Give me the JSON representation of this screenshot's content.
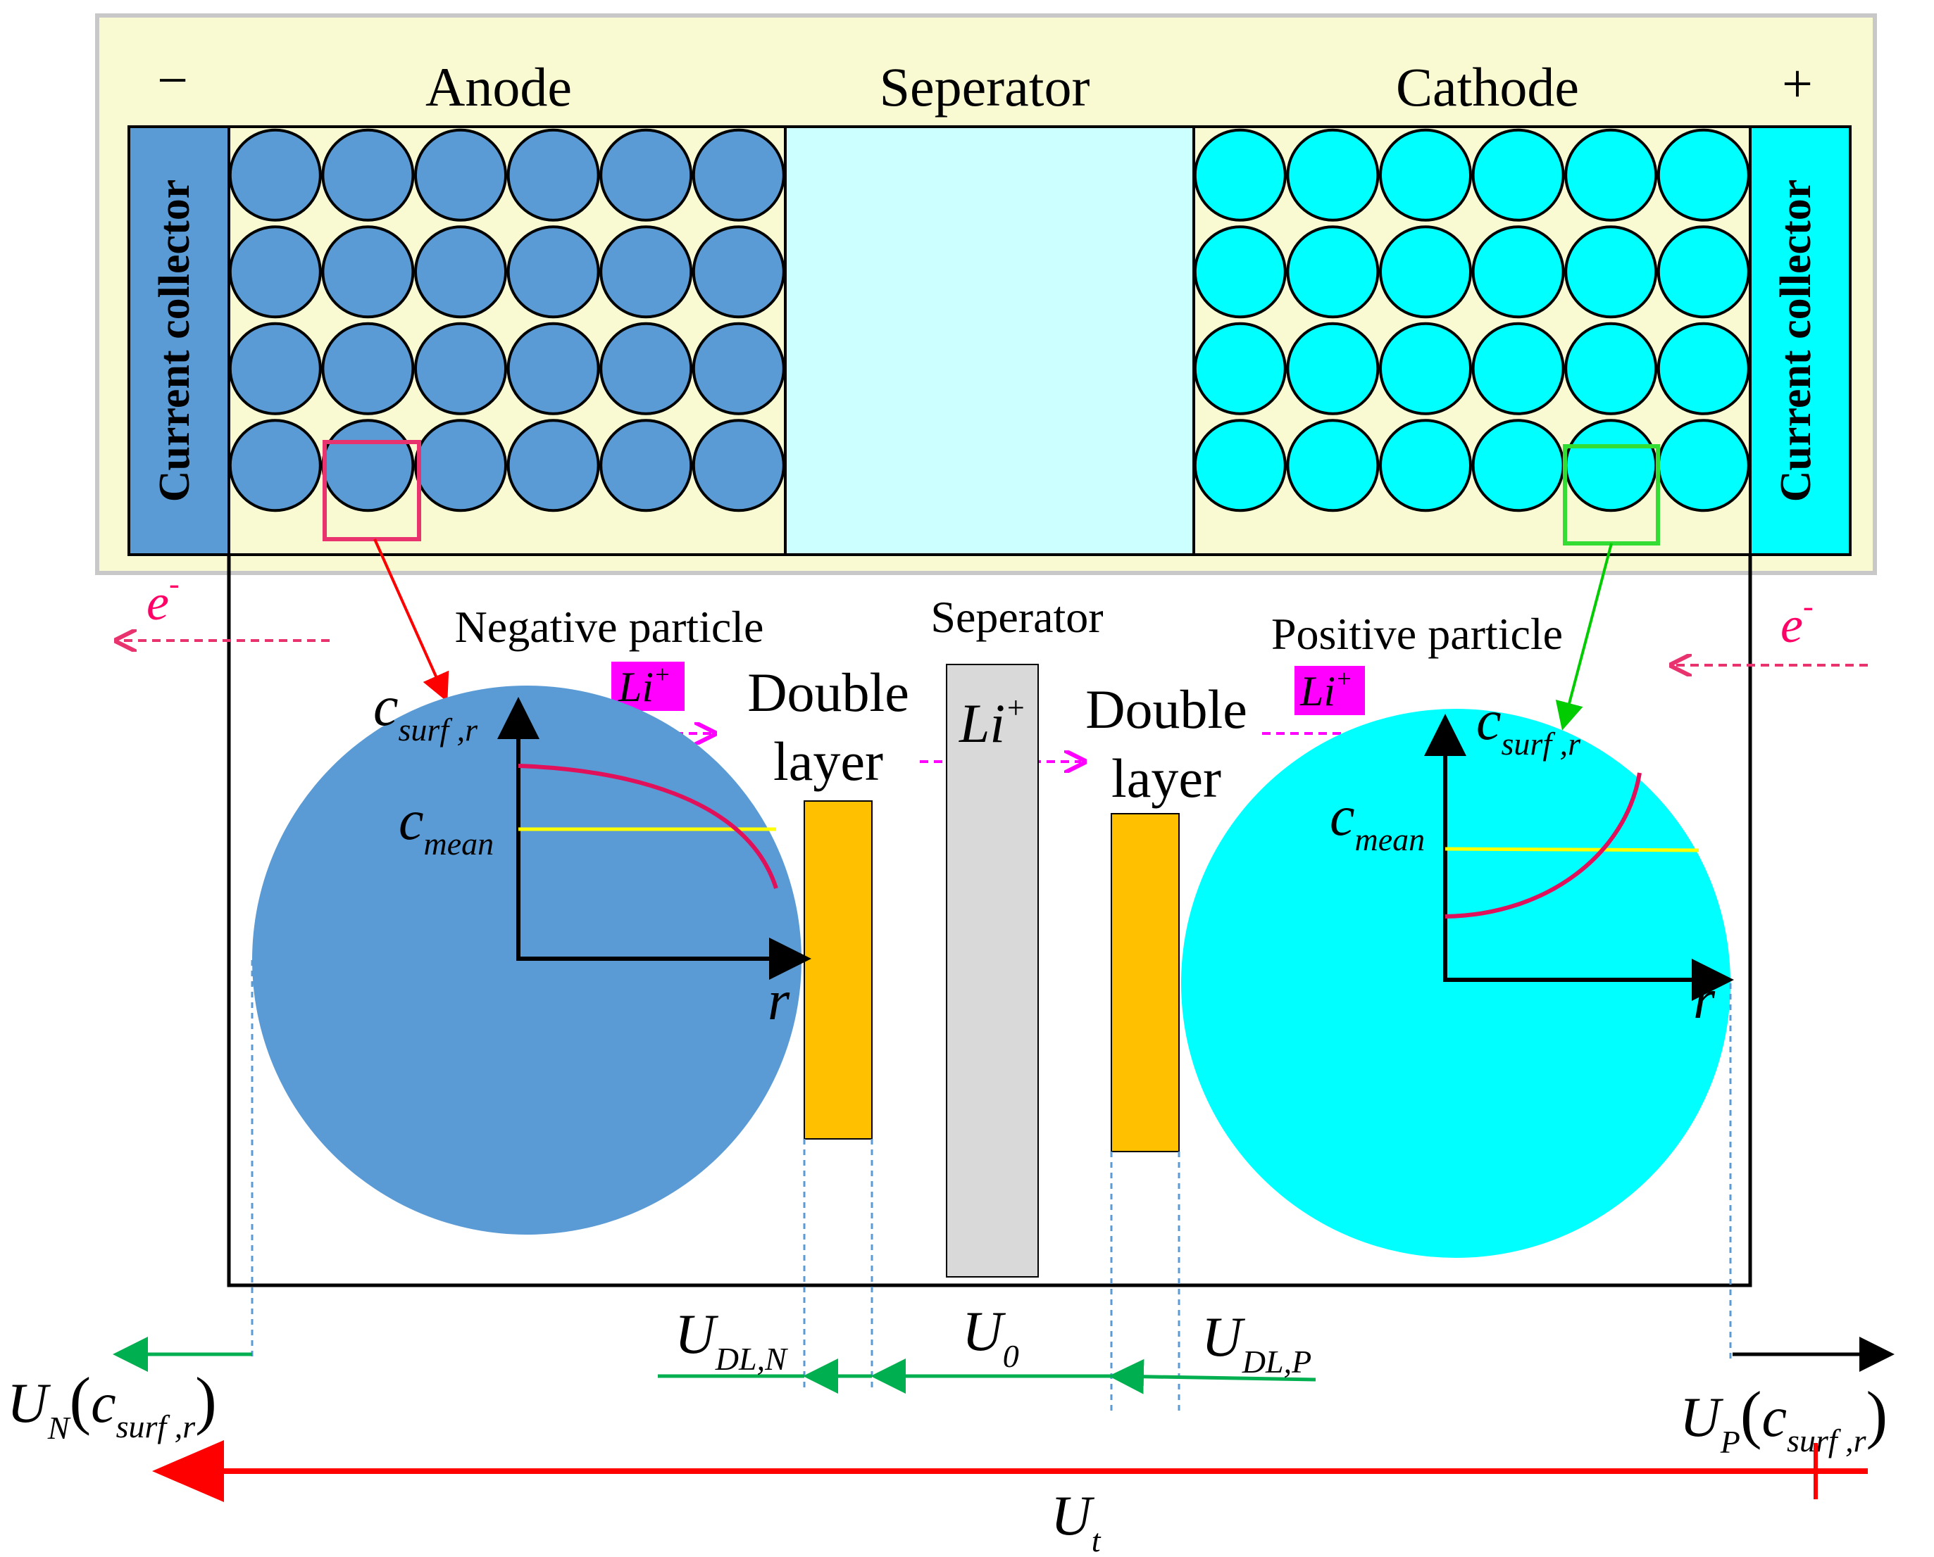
{
  "colors": {
    "banner_bg": "#fafad2",
    "anode_particle": "#5b9bd5",
    "cathode_particle": "#00ffff",
    "separator_top": "#ccffff",
    "separator_bottom": "#d9d9d9",
    "double_layer": "#ffc000",
    "li_badge": "#ff00ff",
    "electron": "#ff0066",
    "curve": "#e0105a",
    "mean_line": "#ffff00",
    "voltage_arrow": "#00b050",
    "terminal_arrow": "#ff0000",
    "select_neg": "#e8336f",
    "select_pos": "#33dd33"
  },
  "top": {
    "minus_sign": "−",
    "anode_label": "Anode",
    "separator_label": "Seperator",
    "cathode_label": "Cathode",
    "plus_sign": "+",
    "left_collector": "Current collector",
    "right_collector": "Current collector"
  },
  "middle": {
    "electron_left": {
      "base": "e",
      "sup": "-"
    },
    "electron_right": {
      "base": "e",
      "sup": "-"
    },
    "negative_particle": "Negative particle",
    "positive_particle": "Positive particle",
    "separator_label": "Seperator",
    "double_layer_left": [
      "Double",
      "layer"
    ],
    "double_layer_right": [
      "Double",
      "layer"
    ],
    "li_ion": {
      "base": "Li",
      "sup": "+"
    },
    "c_surf": {
      "base": "c",
      "sub": "surf ,r"
    },
    "c_mean": {
      "base": "c",
      "sub": "mean"
    },
    "r_axis": "r"
  },
  "bottom": {
    "udl_n": {
      "base": "U",
      "sub": "DL,N"
    },
    "u0": {
      "base": "U",
      "sub": "0"
    },
    "udl_p": {
      "base": "U",
      "sub": "DL,P"
    },
    "un": {
      "base": "U",
      "sub": "N",
      "arg_base": "c",
      "arg_sub": "surf ,r"
    },
    "up": {
      "base": "U",
      "sub": "P",
      "arg_base": "c",
      "arg_sub": "surf ,r"
    },
    "ut": {
      "base": "U",
      "sub": "t"
    }
  }
}
